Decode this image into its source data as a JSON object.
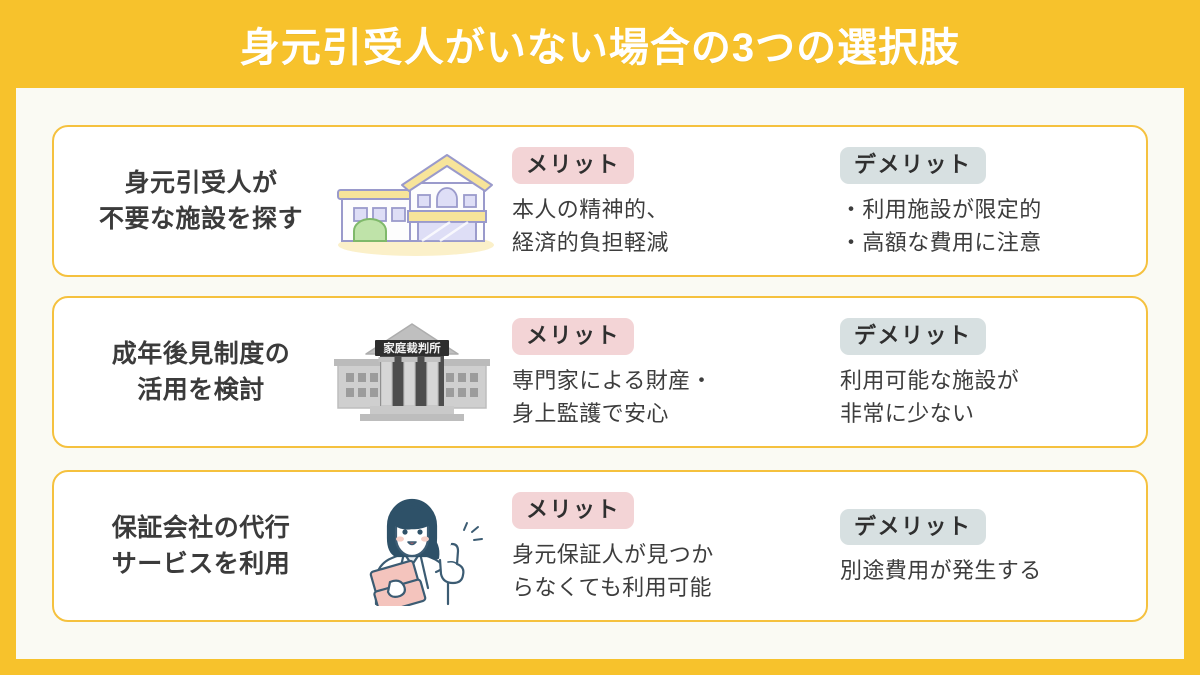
{
  "header": {
    "title": "身元引受人がいない場合の3つの選択肢"
  },
  "colors": {
    "brand_yellow": "#F7C22C",
    "card_border": "#F5C13E",
    "panel_background": "#FAFAF3",
    "merit_badge": "#F3D4D6",
    "demerit_badge": "#D7E0E1",
    "heading_text": "#3B3B3B",
    "body_text": "#3D3D3D",
    "title_text": "#FFFFFF"
  },
  "labels": {
    "merit": "メリット",
    "demerit": "デメリット"
  },
  "cards": [
    {
      "heading_line1": "身元引受人が",
      "heading_line2": "不要な施設を探す",
      "icon": "care-facility-building-icon",
      "icon_sign": "",
      "merit_label": "メリット",
      "merit_line1": "本人の精神的、",
      "merit_line2": "経済的負担軽減",
      "demerit_label": "デメリット",
      "demerit_line1": "・利用施設が限定的",
      "demerit_line2": "・高額な費用に注意"
    },
    {
      "heading_line1": "成年後見制度の",
      "heading_line2": "活用を検討",
      "icon": "family-court-building-icon",
      "icon_sign": "家庭裁判所",
      "merit_label": "メリット",
      "merit_line1": "専門家による財産・",
      "merit_line2": "身上監護で安心",
      "demerit_label": "デメリット",
      "demerit_line1": "利用可能な施設が",
      "demerit_line2": "非常に少ない"
    },
    {
      "heading_line1": "保証会社の代行",
      "heading_line2": "サービスを利用",
      "icon": "woman-with-clipboard-icon",
      "icon_sign": "",
      "merit_label": "メリット",
      "merit_line1": "身元保証人が見つか",
      "merit_line2": "らなくても利用可能",
      "demerit_label": "デメリット",
      "demerit_line1": "別途費用が発生する",
      "demerit_line2": ""
    }
  ]
}
